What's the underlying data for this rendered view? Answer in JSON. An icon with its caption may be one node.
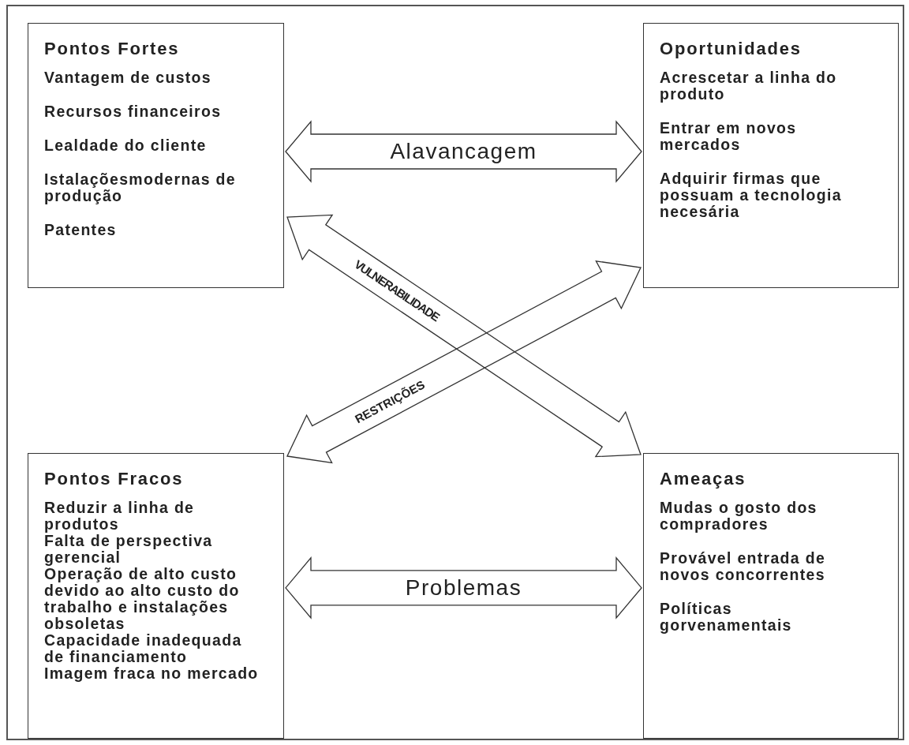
{
  "diagram": {
    "nodes": [
      {
        "text": [
          "Pontos Fortes",
          "Vantagem de custos",
          "Recursos financeiros",
          "Lealdade do cliente",
          "Istalaçõesmodernas de produção",
          "Patentes"
        ]
      },
      {
        "text": [
          "Oportunidades",
          "Acrescetar a linha do produto",
          "Entrar em novos mercados",
          "Adquirir firmas que possuam a tecnologia necesária"
        ]
      },
      {
        "text": [
          "Pontos Fracos",
          "Reduzir a linha de produtos",
          "Falta de perspectiva gerencial",
          "Operação de alto custo devido ao alto custo do trabalho e instalações obsoletas",
          "Capacidade inadequada de financiamento",
          "Imagem fraca no mercado"
        ]
      },
      {
        "text": [
          "Ameaças",
          "Mudas o gosto dos compradores",
          "Provável entrada de novos concorrentes",
          "Políticas gorvenamentais"
        ]
      }
    ],
    "edges": [
      {
        "from": 0,
        "to": 1,
        "arrow": "both",
        "label": "Alavancagem"
      },
      {
        "from": 0,
        "to": 3,
        "arrow": "both",
        "label": "VULNERABILIDADE"
      },
      {
        "from": 2,
        "to": 1,
        "arrow": "both",
        "label": "RESTRIÇÕES"
      },
      {
        "from": 2,
        "to": 3,
        "arrow": "both",
        "label": "Problemas"
      }
    ]
  }
}
